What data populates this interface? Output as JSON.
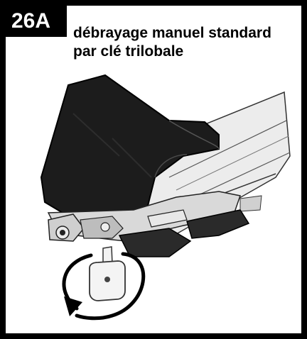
{
  "step": {
    "number": "26A"
  },
  "title": {
    "line1": "débrayage manuel standard",
    "line2": "par clé trilobale"
  },
  "illustration": {
    "subject": "motor-release-with-trilobe-key",
    "rotation_direction": "counter-clockwise"
  },
  "colors": {
    "frame": "#000000",
    "badge_bg": "#000000",
    "badge_text": "#ffffff",
    "housing_dark": "#1c1c1c",
    "metal_light": "#e6e6e6"
  }
}
